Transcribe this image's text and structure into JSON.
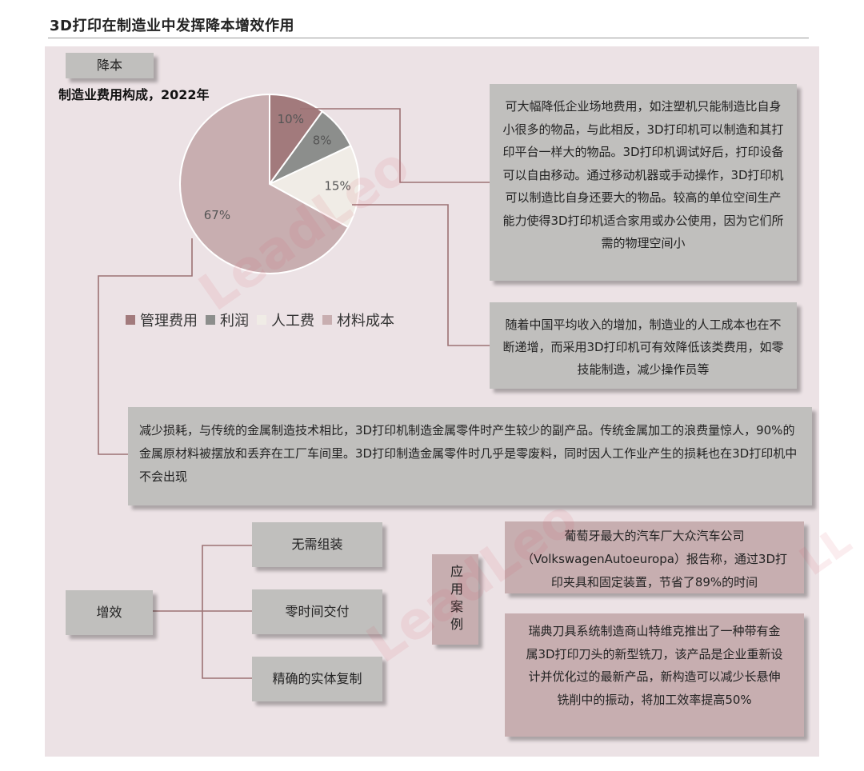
{
  "page_title": "3D打印在制造业中发挥降本增效作用",
  "cost_section": {
    "tag": "降本",
    "chart_title": "制造业费用构成，2022年"
  },
  "chart_data": {
    "type": "pie",
    "title": "制造业费用构成，2022年",
    "slices": [
      {
        "label": "管理费用",
        "value": 10,
        "display": "10%",
        "color": "#a27a7c"
      },
      {
        "label": "利润",
        "value": 8,
        "display": "8%",
        "color": "#8c8e8c"
      },
      {
        "label": "人工费",
        "value": 15,
        "display": "15%",
        "color": "#f0ece6"
      },
      {
        "label": "材料成本",
        "value": 67,
        "display": "67%",
        "color": "#c8aeb0"
      }
    ],
    "legend_position": "bottom"
  },
  "boxes": {
    "space": "可大幅降低企业场地费用，如注塑机只能制造比自身小很多的物品，与此相反，3D打印机可以制造和其打印平台一样大的物品。3D打印机调试好后，打印设备可以自由移动。通过移动机器或手动操作，3D打印机可以制造比自身还要大的物品。较高的单位空间生产能力使得3D打印机适合家用或办公使用，因为它们所需的物理空间小",
    "labor": "随着中国平均收入的增加，制造业的人工成本也在不断递增，而采用3D打印机可有效降低该类费用，如零技能制造，减少操作员等",
    "material": "减少损耗，与传统的金属制造技术相比，3D打印机制造金属零件时产生较少的副产品。传统金属加工的浪费量惊人，90%的金属原材料被摆放和丢弃在工厂车间里。3D打印制造金属零件时几乎是零废料，同时因人工作业产生的损耗也在3D打印机中不会出现"
  },
  "efficiency_section": {
    "tag": "增效",
    "items": [
      "无需组装",
      "零时间交付",
      "精确的实体复制"
    ],
    "cases_label": "应用案例",
    "cases": [
      "葡萄牙最大的汽车厂大众汽车公司（VolkswagenAutoeuropa）报告称，通过3D打印夹具和固定装置，节省了89%的时间",
      "瑞典刀具系统制造商山特维克推出了一种带有金属3D打印刀头的新型铣刀，该产品是企业重新设计并优化过的最新产品，新构造可以减少长悬伸铣削中的振动，将加工效率提高50%"
    ]
  }
}
